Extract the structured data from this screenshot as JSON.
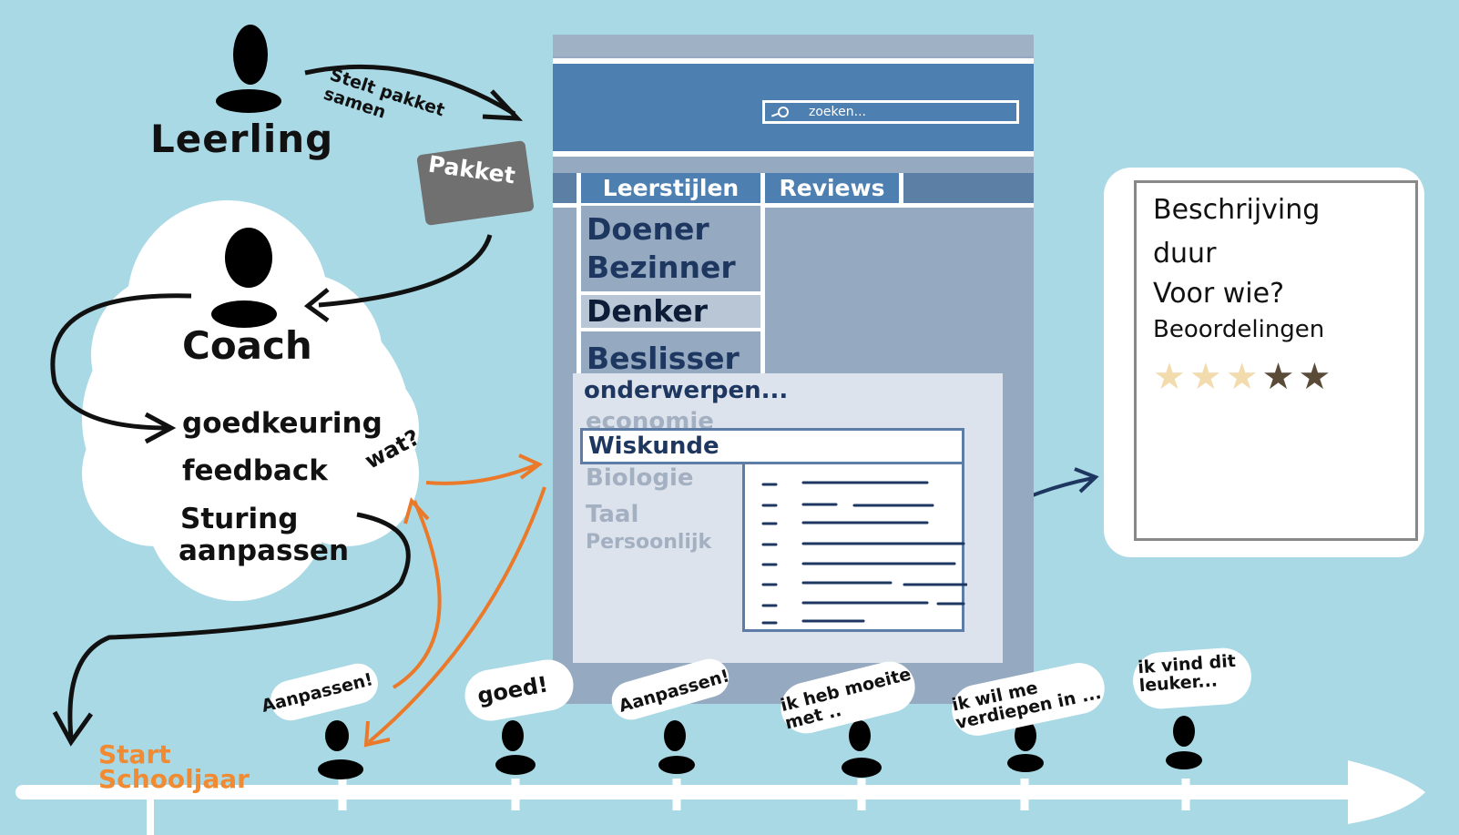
{
  "actors": {
    "leerling": "Leerling",
    "coach": "Coach"
  },
  "flow": {
    "stelt_samen": "Stelt pakket samen",
    "pakket": "Pakket",
    "wat": "wat?"
  },
  "coach_tasks": [
    "goedkeuring",
    "feedback",
    "Sturing",
    "aanpassen"
  ],
  "app": {
    "search_placeholder": "zoeken...",
    "tabs": [
      "Leerstijlen",
      "Reviews"
    ],
    "learning_styles": [
      "Doener",
      "Bezinner",
      "Denker",
      "Beslisser"
    ],
    "selected_style": "Denker",
    "topics_heading": "onderwerpen...",
    "topics": [
      "economie",
      "Wiskunde",
      "Biologie",
      "Taal",
      "Persoonlijk"
    ],
    "selected_topic": "Wiskunde"
  },
  "detail_card": {
    "lines": [
      "Beschrijving",
      "duur",
      "Voor wie?",
      "Beoordelingen"
    ],
    "rating": 3,
    "rating_max": 5
  },
  "timeline": {
    "start_line1": "Start",
    "start_line2": "Schooljaar",
    "bubbles": [
      "Aanpassen!",
      "goed!",
      "Aanpassen!",
      "ik heb moeite met ..",
      "ik wil me verdiepen in ...",
      "ik vind dit leuker..."
    ]
  },
  "colors": {
    "background": "#a9d9e5",
    "header_blue": "#4d7fb1",
    "accent_orange": "#f08b34",
    "dark_navy": "#1e3760"
  }
}
